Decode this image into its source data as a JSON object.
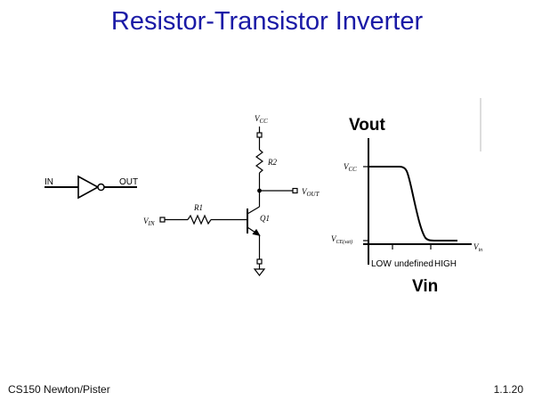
{
  "slide": {
    "title": "Resistor-Transistor Inverter",
    "footer_left": "CS150 Newton/Pister",
    "footer_right": "1.1.20"
  },
  "inverter_symbol": {
    "input_label": "IN",
    "output_label": "OUT"
  },
  "circuit": {
    "vcc_label": "V",
    "vcc_sub": "CC",
    "r2_label": "R2",
    "r1_label": "R1",
    "q1_label": "Q1",
    "vout_label": "V",
    "vout_sub": "OUT",
    "vin_label": "V",
    "vin_sub": "IN"
  },
  "transfer_curve": {
    "y_title": "Vout",
    "x_title": "Vin",
    "y_tick_high": "V",
    "y_tick_high_sub": "CC",
    "y_tick_low": "V",
    "y_tick_low_sub": "CE(sat)",
    "x_axis_end": "V",
    "x_axis_end_sub": "in",
    "region_low": "LOW",
    "region_undefined": "undefined",
    "region_high": "HIGH"
  }
}
